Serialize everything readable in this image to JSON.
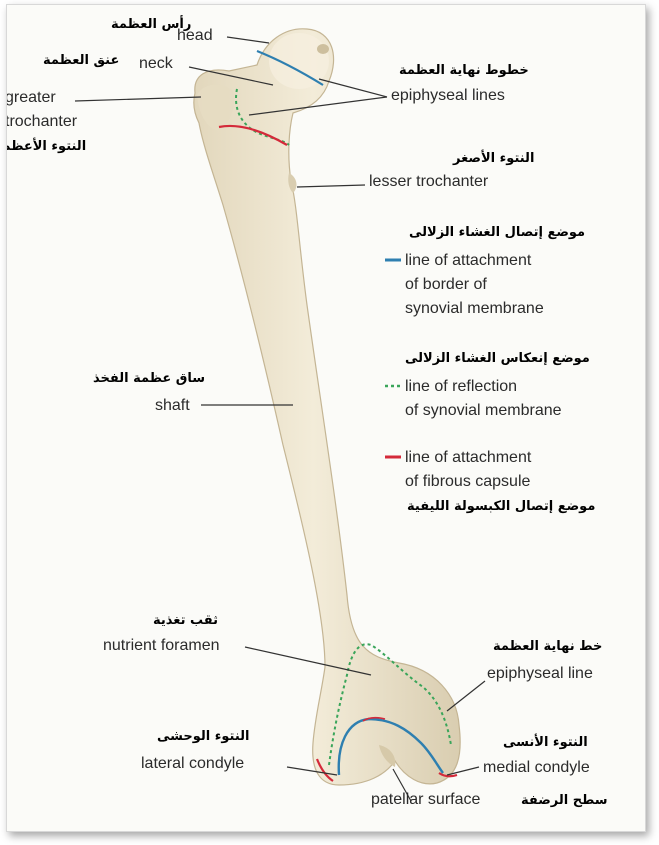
{
  "labels": {
    "head": {
      "en": "head",
      "ar": "رأس العظمة"
    },
    "neck": {
      "en": "neck",
      "ar": "عنق العظمة"
    },
    "greater_trochanter": {
      "en1": "greater",
      "en2": "trochanter",
      "ar": "النتوء الأعظم"
    },
    "epiphyseal_lines": {
      "en": "epiphyseal lines",
      "ar": "خطوط نهاية العظمة"
    },
    "lesser_trochanter": {
      "en": "lesser trochanter",
      "ar": "النتوء الأصغر"
    },
    "shaft": {
      "en": "shaft",
      "ar": "ساق عظمة الفخذ"
    },
    "nutrient_foramen": {
      "en": "nutrient foramen",
      "ar": "ثقب تغذية"
    },
    "epiphyseal_line": {
      "en": "epiphyseal line",
      "ar": "خط نهاية العظمة"
    },
    "lateral_condyle": {
      "en": "lateral condyle",
      "ar": "النتوء الوحشى"
    },
    "medial_condyle": {
      "en": "medial condyle",
      "ar": "النتوء الأنسى"
    },
    "patellar_surface": {
      "en": "patellar surface",
      "ar": "سطح الرضفة"
    }
  },
  "legend": {
    "synovial_attachment": {
      "ar": "موضع إتصال الغشاء الزلالى",
      "lines": [
        "line of attachment",
        "of border of",
        "synovial membrane"
      ],
      "color": "#2e7fb0"
    },
    "synovial_reflection": {
      "ar": "موضع إنعكاس الغشاء الزلالى",
      "lines": [
        "line of reflection",
        "of synovial membrane"
      ],
      "color": "#3aa55a"
    },
    "fibrous_capsule": {
      "ar": "موضع إتصال الكبسولة الليفية",
      "lines": [
        "line of attachment",
        "of fibrous capsule"
      ],
      "color": "#d42a3a"
    }
  },
  "colors": {
    "bone_fill": "#ece3cc",
    "bone_shadow": "#d6c9a9",
    "leader": "#333333"
  }
}
